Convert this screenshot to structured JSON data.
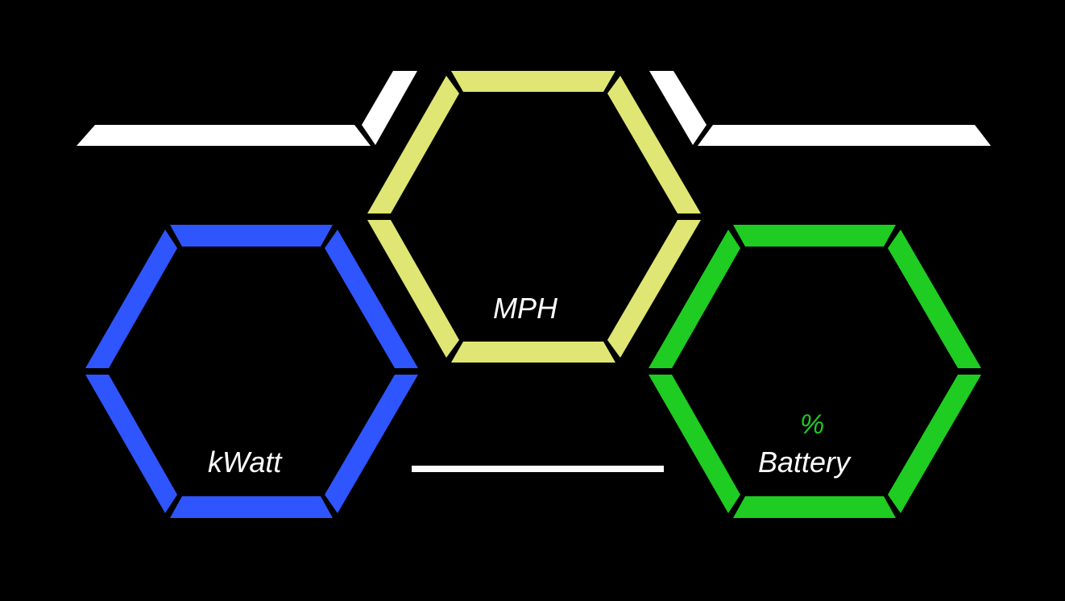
{
  "colors": {
    "background": "#000000",
    "speed_ring": "#dfe674",
    "power_ring": "#2f55ff",
    "battery_ring": "#1fcc22",
    "bar": "#ffffff",
    "label": "#ffffff",
    "percent_sign": "#1fcc22"
  },
  "speed": {
    "value": "",
    "unit": "MPH"
  },
  "power": {
    "value": "",
    "unit": "kWatt"
  },
  "battery": {
    "value": "",
    "percent_sign": "%",
    "unit": "Battery"
  },
  "top_left_label": "",
  "top_right_label": "",
  "center_top_label": "",
  "center_bottom_label": ""
}
